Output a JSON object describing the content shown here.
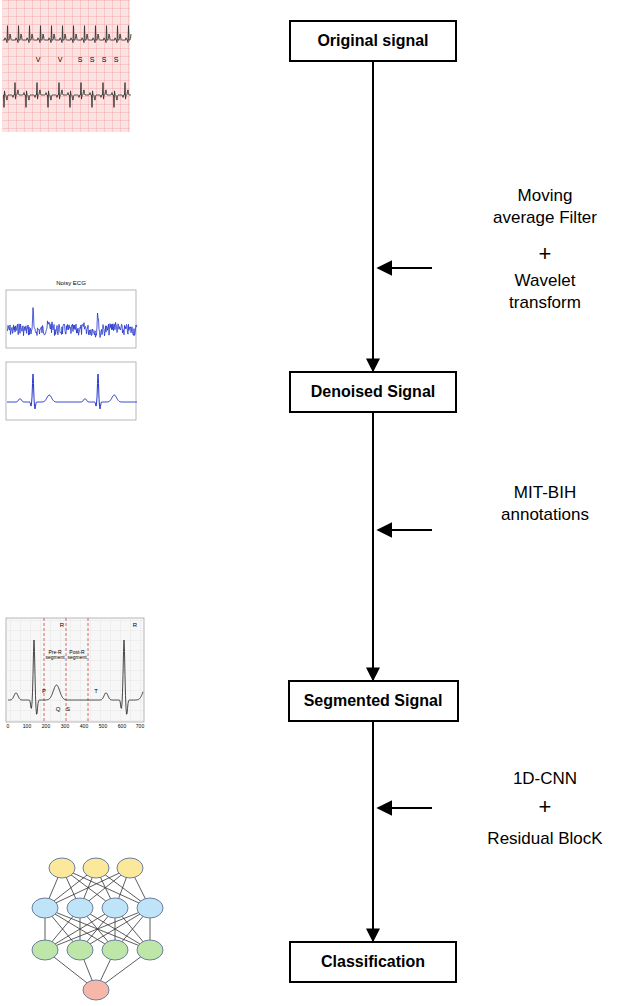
{
  "diagram": {
    "nodes": [
      {
        "text": [
          "Original signal"
        ]
      },
      {
        "text": [
          "Denoised Signal"
        ]
      },
      {
        "text": [
          "Segmented Signal"
        ]
      },
      {
        "text": [
          "Classification"
        ]
      }
    ],
    "edges": [
      {
        "from": 0,
        "to": 1,
        "arrow": "to"
      },
      {
        "from": 1,
        "to": 2,
        "arrow": "to"
      },
      {
        "from": 2,
        "to": 3,
        "arrow": "to"
      }
    ],
    "labels": [
      "Moving average Filter",
      "+",
      "Wavelet transform",
      "MIT-BIH annotations",
      "1D-CNN",
      "+",
      "Residual BlocK",
      "V",
      "V",
      "S",
      "S",
      "S",
      "S",
      "Noisy ECG",
      "Pre-R segment",
      "Post-R segment",
      "R",
      "R",
      "P",
      "Q",
      "S",
      "T",
      "0",
      "100",
      "200",
      "300",
      "400",
      "500",
      "600",
      "700"
    ]
  }
}
